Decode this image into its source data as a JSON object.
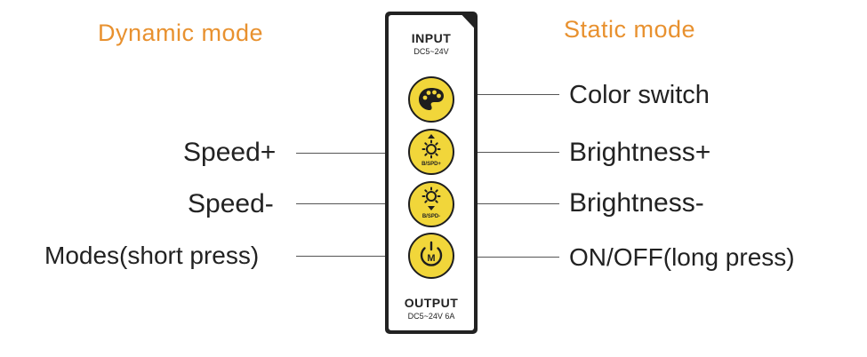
{
  "headings": {
    "dynamic": "Dynamic mode",
    "static": "Static mode"
  },
  "controller": {
    "input_title": "INPUT",
    "input_spec": "DC5~24V",
    "output_title": "OUTPUT",
    "output_spec": "DC5~24V 6A",
    "buttons": [
      {
        "icon": "palette-icon",
        "text": ""
      },
      {
        "icon": "brightness-up-icon",
        "text": "B/SPD+"
      },
      {
        "icon": "brightness-down-icon",
        "text": "B/SPD-"
      },
      {
        "icon": "power-mode-icon",
        "text": "M"
      }
    ]
  },
  "left_labels": [
    "Speed+",
    "Speed-",
    "Modes(short press)"
  ],
  "right_labels": [
    "Color switch",
    "Brightness+",
    "Brightness-",
    "ON/OFF(long press)"
  ],
  "colors": {
    "accent": "#e8912f",
    "button_fill": "#f1d63a",
    "body": "#222222"
  }
}
